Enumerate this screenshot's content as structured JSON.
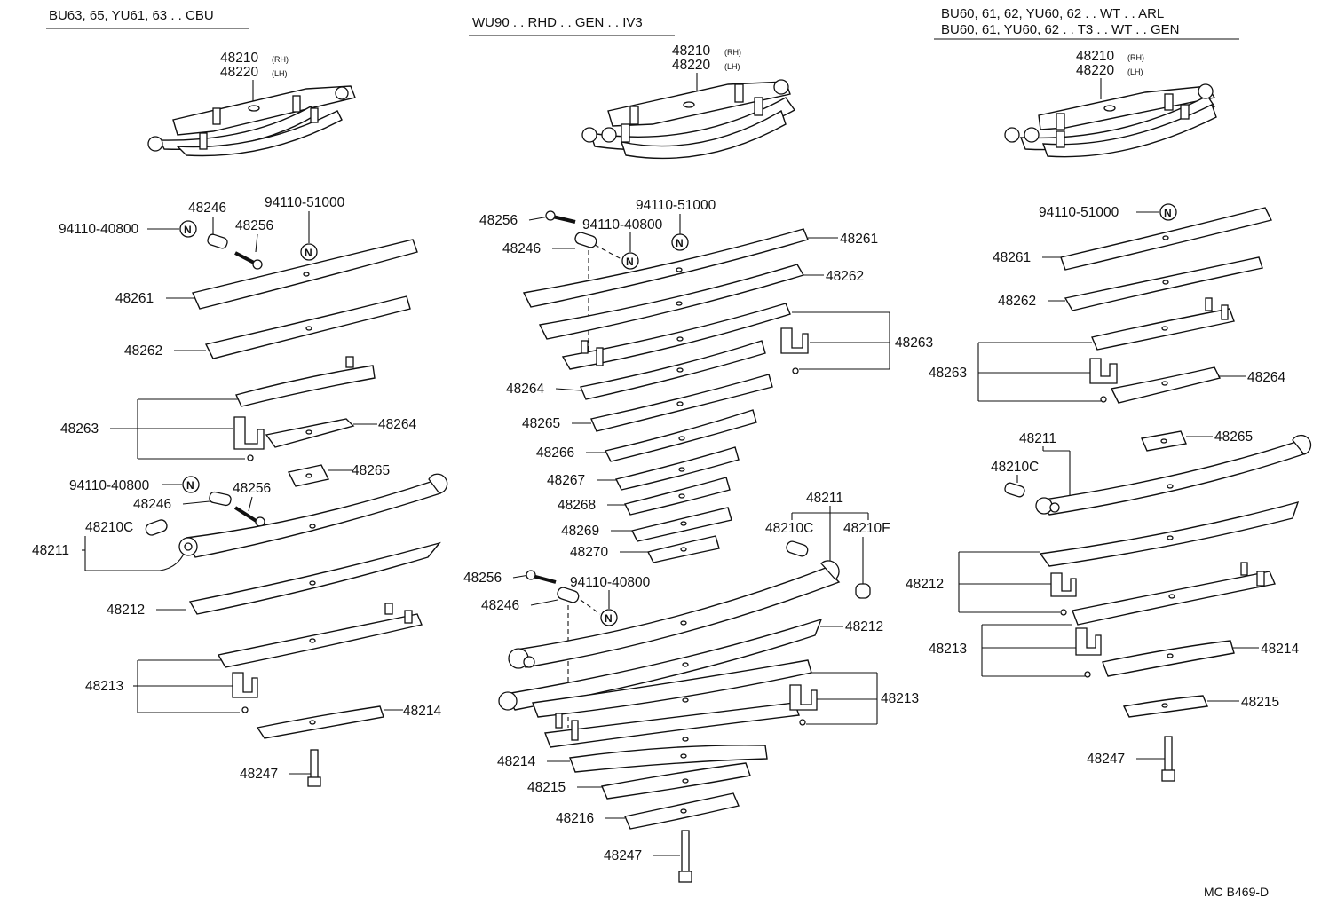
{
  "diagram": {
    "footer_code": "MC B469-D",
    "n_mark": "N",
    "side_labels": {
      "rh": "(RH)",
      "lh": "(LH)"
    },
    "columns": {
      "left": {
        "header": "BU63, 65, YU61, 63 . . CBU",
        "assembly": [
          "48210",
          "48220"
        ],
        "labels": {
          "n1": "94110-40800",
          "bushing1": "48246",
          "bolt1": "48256",
          "n2": "94110-51000",
          "leaf1": "48261",
          "leaf2": "48262",
          "clip1": "48263",
          "pad1": "48264",
          "pad2": "48265",
          "n3": "94110-40800",
          "bushing2": "48246",
          "bolt2": "48256",
          "bush_c": "48210C",
          "main": "48211",
          "leaf_a": "48212",
          "clip2": "48213",
          "leaf_b": "48214",
          "center_bolt": "48247"
        }
      },
      "middle": {
        "header": "WU90 . . RHD . . GEN . . IV3",
        "assembly": [
          "48210",
          "48220"
        ],
        "labels": {
          "bolt1": "48256",
          "n_top": "94110-51000",
          "n1": "94110-40800",
          "bushing1": "48246",
          "leaf1": "48261",
          "leaf2": "48262",
          "clip1": "48263",
          "leaf4": "48264",
          "leaf5": "48265",
          "leaf6": "48266",
          "leaf7": "48267",
          "leaf8": "48268",
          "leaf9": "48269",
          "leaf10": "48270",
          "main": "48211",
          "bush_c": "48210C",
          "bush_f": "48210F",
          "bolt2": "48256",
          "n2": "94110-40800",
          "bushing2": "48246",
          "leaf_a": "48212",
          "clip2": "48213",
          "leaf_b": "48214",
          "leaf_c": "48215",
          "leaf_d": "48216",
          "center_bolt": "48247"
        }
      },
      "right": {
        "header_lines": [
          "BU60, 61, 62, YU60, 62 . . WT . . ARL",
          "BU60, 61, YU60, 62 . . T3 . . WT . . GEN"
        ],
        "assembly": [
          "48210",
          "48220"
        ],
        "labels": {
          "n1": "94110-51000",
          "leaf1": "48261",
          "leaf2": "48262",
          "clip1": "48263",
          "pad1": "48264",
          "main": "48211",
          "pad2": "48265",
          "bush_c": "48210C",
          "leaf_a": "48212",
          "clip2": "48213",
          "leaf_b": "48214",
          "leaf_c": "48215",
          "center_bolt": "48247"
        }
      }
    }
  }
}
